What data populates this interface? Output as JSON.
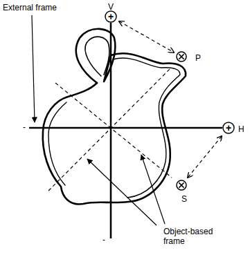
{
  "diagram": {
    "nodes": [
      {
        "text": [
          "V",
          "+"
        ]
      },
      {
        "text": [
          "P"
        ]
      },
      {
        "text": [
          "+",
          "H"
        ]
      },
      {
        "text": [
          "S"
        ]
      }
    ],
    "edges": [
      {
        "from": 0,
        "to": 1,
        "arrow": "both"
      },
      {
        "from": 2,
        "to": 3,
        "arrow": "both"
      }
    ],
    "labels": [
      "External frame",
      "Object-based frame",
      "-",
      "-"
    ]
  }
}
